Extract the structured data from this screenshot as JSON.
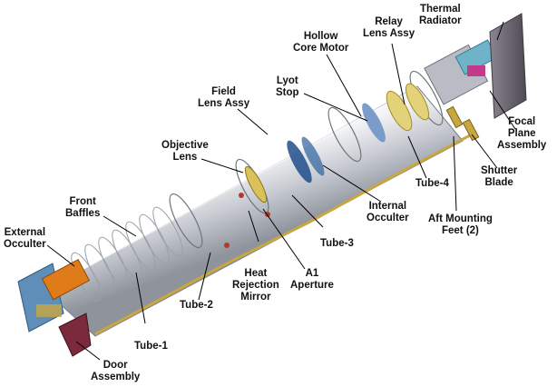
{
  "colors": {
    "tube_body": "#c9ccd3",
    "tube_shadow": "#8e939c",
    "bracket_gold": "#c8a640",
    "occulter_orange": "#e07b1a",
    "door_maroon": "#7a2a3a",
    "cap_blue": "#5f8fb8",
    "lens_blue": "#1f4e8a",
    "radiator_gray": "#6f6a72",
    "leader_line": "#000000"
  },
  "labels": {
    "thermal_radiator": [
      "Thermal",
      "Radiator"
    ],
    "relay_lens_assy": [
      "Relay",
      "Lens Assy"
    ],
    "hollow_core_motor": [
      "Hollow",
      "Core Motor"
    ],
    "lyot_stop": [
      "Lyot",
      "Stop"
    ],
    "field_lens_assy": [
      "Field",
      "Lens Assy"
    ],
    "objective_lens": [
      "Objective",
      "Lens"
    ],
    "front_baffles": [
      "Front",
      "Baffles"
    ],
    "external_occulter": [
      "External",
      "Occulter"
    ],
    "focal_plane_assembly": [
      "Focal",
      "Plane",
      "Assembly"
    ],
    "shutter_blade": [
      "Shutter",
      "Blade"
    ],
    "tube_4": "Tube-4",
    "internal_occulter": [
      "Internal",
      "Occulter"
    ],
    "aft_mounting_feet": [
      "Aft Mounting",
      "Feet (2)"
    ],
    "tube_3": "Tube-3",
    "a1_aperture": [
      "A1",
      "Aperture"
    ],
    "heat_rejection_mirror": [
      "Heat",
      "Rejection",
      "Mirror"
    ],
    "tube_2": "Tube-2",
    "tube_1": "Tube-1",
    "door_assembly": [
      "Door",
      "Assembly"
    ]
  }
}
